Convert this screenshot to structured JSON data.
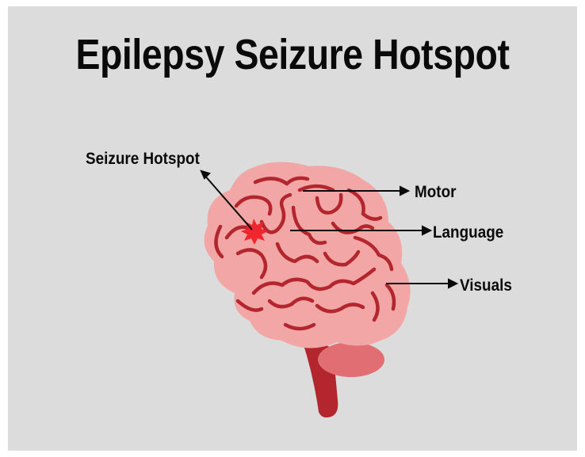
{
  "title": "Epilepsy Seizure Hotspot",
  "labels": {
    "hotspot": "Seizure Hotspot",
    "motor": "Motor",
    "language": "Language",
    "visuals": "Visuals"
  },
  "colors": {
    "background": "#dcdcdc",
    "brain_fill": "#f2a6a6",
    "sulci": "#b3262e",
    "hotspot": "#f0262e",
    "brainstem": "#b3262e",
    "cerebellum": "#e06e72",
    "text": "#0a0a0a"
  }
}
